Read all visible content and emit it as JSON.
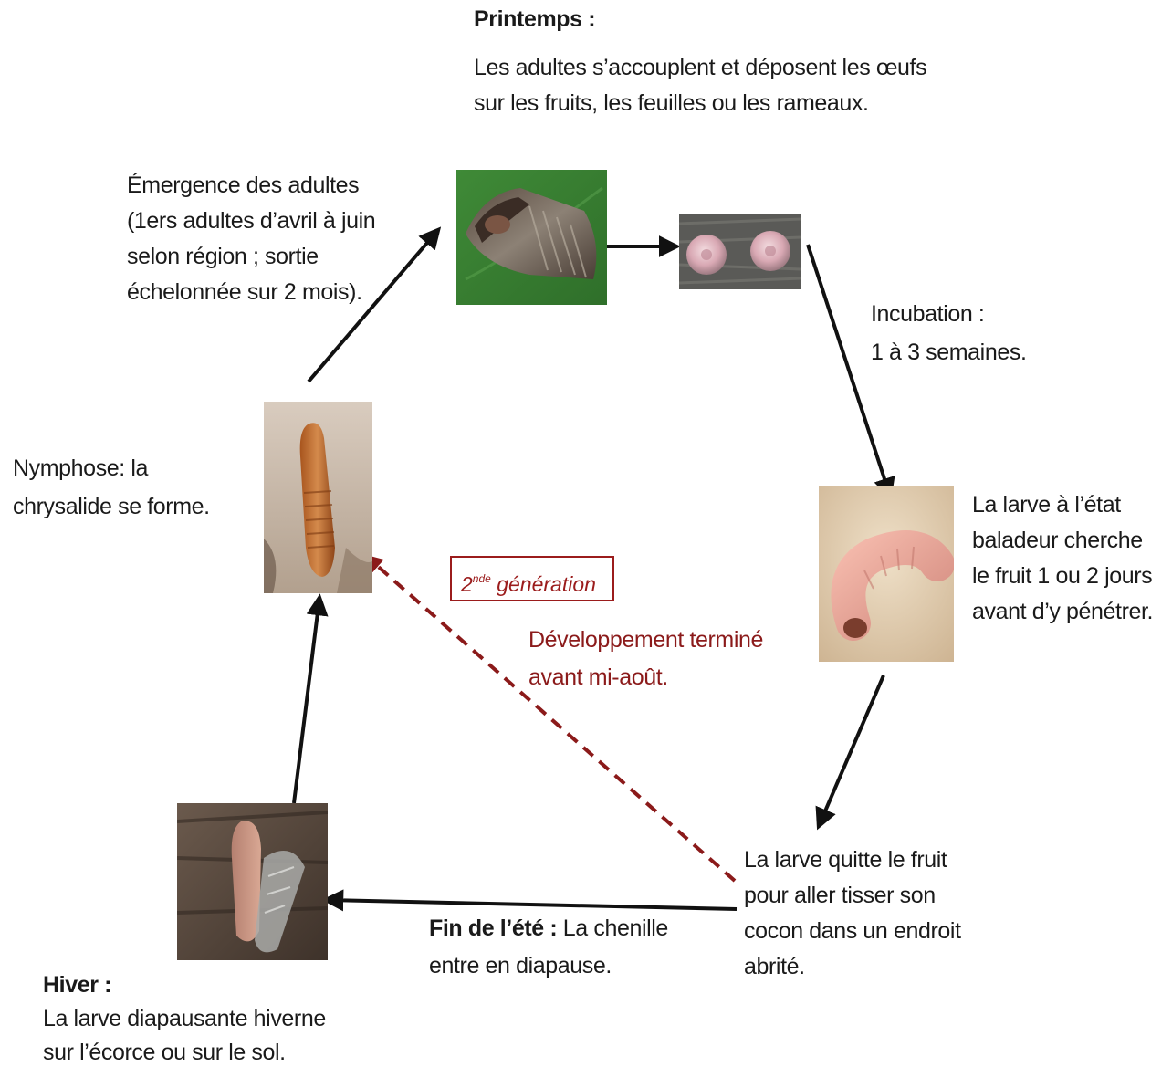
{
  "spring": {
    "title": "Printemps :",
    "lines": [
      "Les adultes s’accouplent et déposent les œufs",
      "sur les fruits, les feuilles ou les rameaux."
    ]
  },
  "emergence": {
    "lines": [
      "Émergence des adultes",
      "(1ers adultes d’avril à juin",
      "selon région ; sortie",
      "échelonnée sur 2 mois)."
    ]
  },
  "incubation": {
    "lines": [
      "Incubation :",
      "1 à 3 semaines."
    ]
  },
  "nymphose": {
    "lines": [
      "Nymphose: la",
      "chrysalide se forme."
    ]
  },
  "wandering_larva": {
    "lines": [
      "La larve à l’état",
      "baladeur cherche",
      "le fruit 1 ou 2 jours",
      "avant d’y pénétrer."
    ]
  },
  "second_generation": {
    "number": "2",
    "superscript": "nde",
    "label": " génération"
  },
  "development": {
    "lines": [
      "Développement terminé",
      "avant mi-août."
    ]
  },
  "leaves_fruit": {
    "lines": [
      "La larve quitte le fruit",
      "pour aller tisser son",
      "cocon dans un endroit",
      "abrité."
    ]
  },
  "end_summer": {
    "bold": "Fin de l’été :",
    "rest": " La chenille",
    "line2": "entre en diapause."
  },
  "winter": {
    "title": "Hiver :",
    "lines": [
      "La larve diapausante hiverne",
      "sur l’écorce ou sur le sol."
    ]
  },
  "photos": {
    "adult_moth": "moth-photo",
    "eggs": "eggs-photo",
    "wandering_larva": "larva-photo",
    "chrysalis": "chrysalis-photo",
    "cocoon": "cocoon-photo"
  },
  "colors": {
    "arrow": "#111111",
    "dashed_arrow": "#8b1a1a",
    "accent_red": "#9b1c1c"
  }
}
